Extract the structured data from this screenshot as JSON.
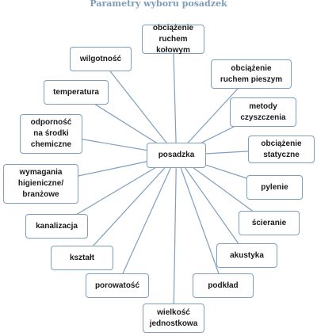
{
  "title": "Parametry wyboru posadzek",
  "center": "posadzka",
  "nodes": [
    {
      "id": "n1",
      "label": "obciążenie\nruchem kołowym"
    },
    {
      "id": "n2",
      "label": "obciążenie\nruchem pieszym"
    },
    {
      "id": "n3",
      "label": "metody\nczyszczenia"
    },
    {
      "id": "n4",
      "label": "obciążenie\nstatyczne"
    },
    {
      "id": "n5",
      "label": "pylenie"
    },
    {
      "id": "n6",
      "label": "ścieranie"
    },
    {
      "id": "n7",
      "label": "akustyka"
    },
    {
      "id": "n8",
      "label": "podkład"
    },
    {
      "id": "n9",
      "label": "wielkość\njednostkowa"
    },
    {
      "id": "n10",
      "label": "porowatość"
    },
    {
      "id": "n11",
      "label": "kształt"
    },
    {
      "id": "n12",
      "label": "kanalizacja"
    },
    {
      "id": "n13",
      "label": "wymagania\nhigieniczne/\nbranżowe"
    },
    {
      "id": "n14",
      "label": "odporność\nna środki\nchemiczne"
    },
    {
      "id": "n15",
      "label": "temperatura"
    },
    {
      "id": "n16",
      "label": "wilgotność"
    }
  ],
  "colors": {
    "title": "#7f9cb8",
    "border": "#7e9fbe",
    "edge": "#7e9fbe",
    "text": "#1a1a1a"
  }
}
